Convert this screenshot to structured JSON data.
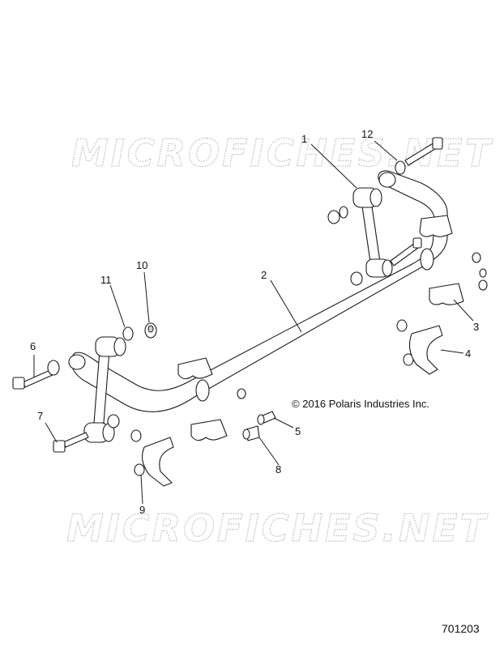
{
  "watermark": "MICROFICHES.NET",
  "copyright": "© 2016 Polaris Industries Inc.",
  "diagram_id": "701203",
  "callouts": {
    "c1": "1",
    "c2": "2",
    "c3": "3",
    "c4": "4",
    "c5": "5",
    "c6": "6",
    "c7": "7",
    "c8": "8",
    "c9": "9",
    "c10": "10",
    "c11": "11",
    "c12": "12"
  }
}
